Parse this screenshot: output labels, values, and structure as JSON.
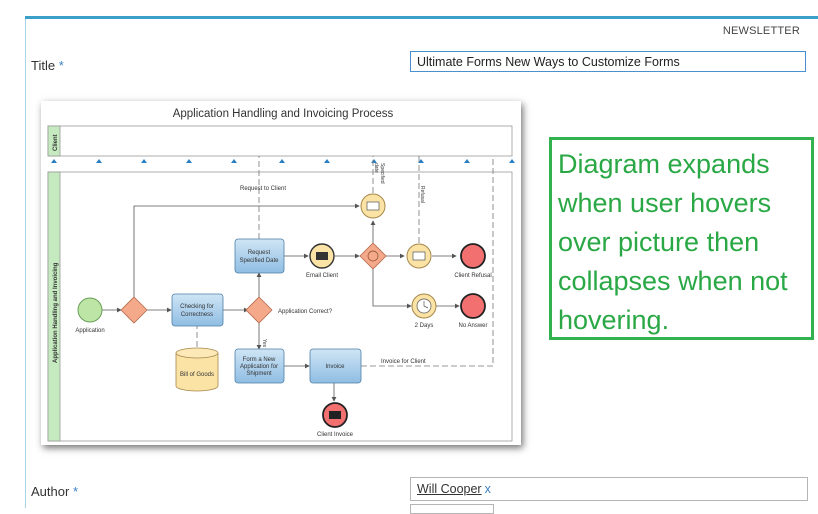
{
  "header": {
    "section_label": "NEWSLETTER"
  },
  "form": {
    "title_label": "Title",
    "title_value": "Ultimate Forms New Ways to Customize Forms",
    "author_label": "Author",
    "author_value": "Will Cooper",
    "author_remove": "x",
    "required_marker": "*"
  },
  "diagram": {
    "title": "Application Handling and Invoicing Process",
    "lane_client": "Client",
    "lane_main": "Application Handling and Invoicing",
    "labels": {
      "application": "Application",
      "checking": [
        "Checking for",
        "Correctness"
      ],
      "bill": "Bill of Goods",
      "app_correct": "Application Correct?",
      "yes": "Yes",
      "request_date": [
        "Request",
        "Specified Date"
      ],
      "request_client": "Request to Client",
      "email_client": "Email Client",
      "specified_date": [
        "Specified",
        "date"
      ],
      "refusal": "Refusal",
      "client_refusal": "Client Refusal",
      "two_days": "2 Days",
      "no_answer": "No Answer",
      "form_new": [
        "Form a New",
        "Application for",
        "Shipment"
      ],
      "invoice": "Invoice",
      "invoice_for_client": "Invoice for Client",
      "client_invoice": "Client Invoice"
    }
  },
  "callout": {
    "text": "Diagram expands when user hovers over picture then collapses when not hovering."
  },
  "colors": {
    "accent": "#3aa0c8",
    "callout_green": "#33b14e",
    "task_blue": "#a8cde8",
    "gateway_orange": "#f4a98a",
    "start_green": "#bde6a6",
    "end_red": "#f27070",
    "message_yellow": "#fbe3a6"
  }
}
